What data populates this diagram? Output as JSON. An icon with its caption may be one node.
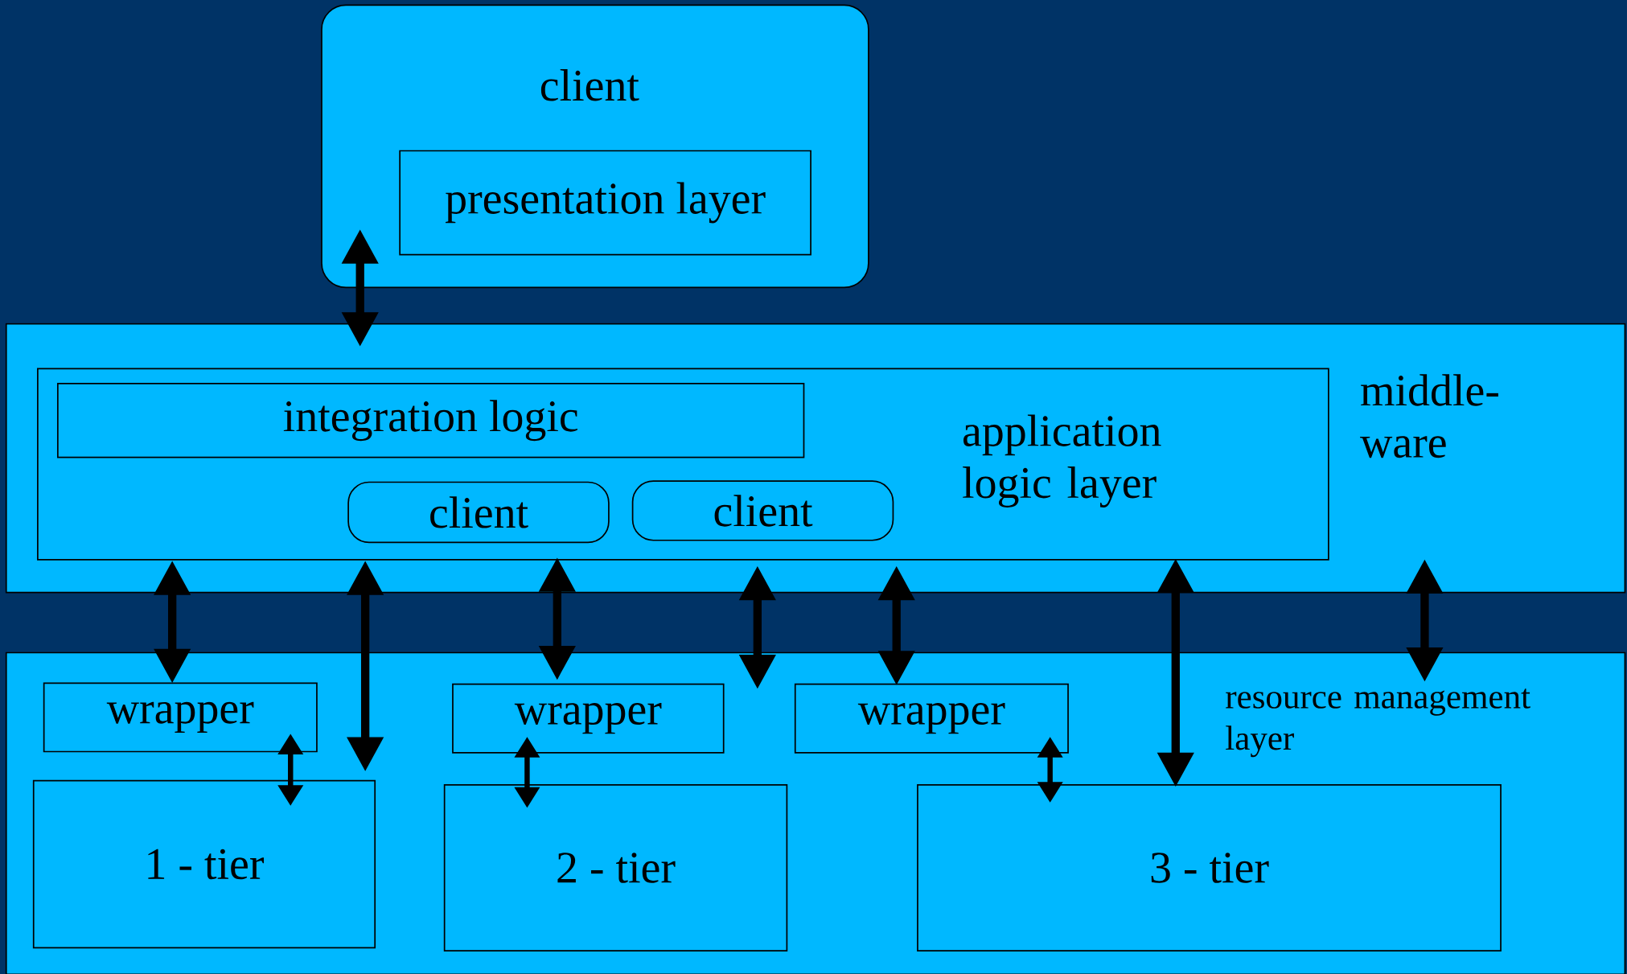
{
  "diagram": {
    "nodes": [
      {
        "text": [
          "client"
        ]
      },
      {
        "text": [
          "presentation layer"
        ],
        "in": 0
      },
      {
        "text": [
          "middle- ware"
        ]
      },
      {
        "text": [
          "application logic layer"
        ],
        "in": 2
      },
      {
        "text": [
          "integration logic"
        ],
        "in": 3
      },
      {
        "text": [
          "client"
        ],
        "in": 3
      },
      {
        "text": [
          "client"
        ],
        "in": 3
      },
      {
        "text": [
          "resource management layer"
        ]
      },
      {
        "text": [
          "wrapper"
        ],
        "in": 7
      },
      {
        "text": [
          "wrapper"
        ],
        "in": 7
      },
      {
        "text": [
          "wrapper"
        ],
        "in": 7
      },
      {
        "text": [
          "1 - tier"
        ],
        "in": 7
      },
      {
        "text": [
          "2 - tier"
        ],
        "in": 7
      },
      {
        "text": [
          "3 - tier"
        ],
        "in": 7
      }
    ],
    "edges": [
      {
        "from": 0,
        "to": 2,
        "arrow": "both"
      },
      {
        "from": 3,
        "to": 8,
        "arrow": "both"
      },
      {
        "from": 3,
        "to": 11,
        "arrow": "both"
      },
      {
        "from": 3,
        "to": 9,
        "arrow": "both"
      },
      {
        "from": 3,
        "to": 7,
        "arrow": "both"
      },
      {
        "from": 3,
        "to": 10,
        "arrow": "both"
      },
      {
        "from": 3,
        "to": 13,
        "arrow": "both"
      },
      {
        "from": 2,
        "to": 7,
        "arrow": "both"
      },
      {
        "from": 8,
        "to": 11,
        "arrow": "both"
      },
      {
        "from": 9,
        "to": 12,
        "arrow": "both"
      },
      {
        "from": 10,
        "to": 13,
        "arrow": "both"
      }
    ]
  }
}
